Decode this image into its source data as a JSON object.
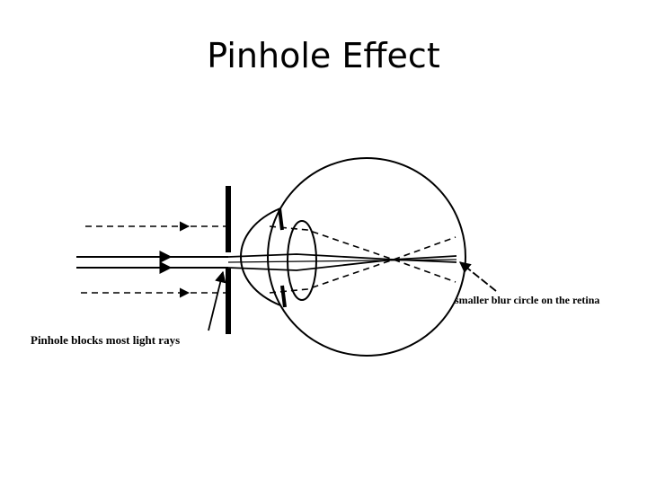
{
  "slide": {
    "title": "Pinhole Effect"
  },
  "diagram": {
    "labels": {
      "pinhole": "Pinhole blocks most light rays",
      "retina": "smaller blur circle on the retina"
    },
    "colors": {
      "ink": "#000000",
      "background": "#ffffff"
    }
  }
}
